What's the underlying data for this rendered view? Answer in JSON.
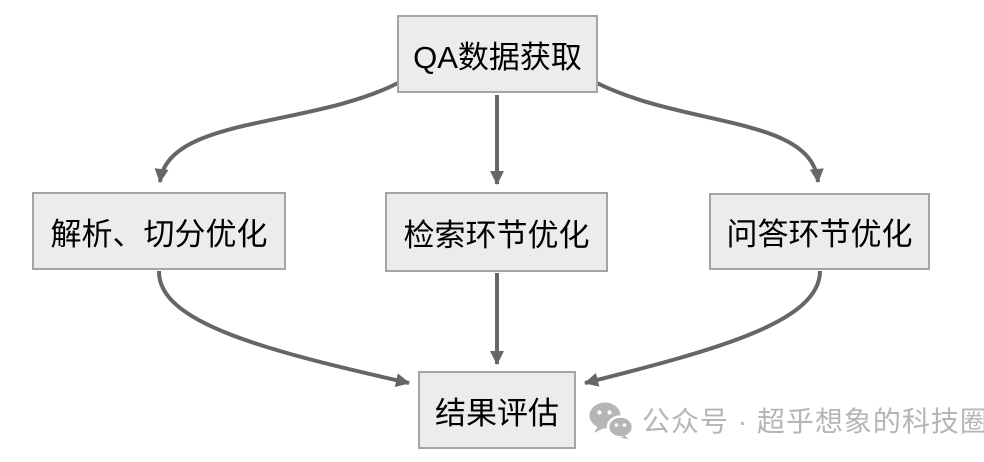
{
  "diagram": {
    "nodes": {
      "top": {
        "id": "qa-data-acquisition",
        "label": "QA数据获取"
      },
      "left": {
        "id": "parse-split-optimize",
        "label": "解析、切分优化"
      },
      "middle": {
        "id": "retrieval-optimize",
        "label": "检索环节优化"
      },
      "right": {
        "id": "qa-step-optimize",
        "label": "问答环节优化"
      },
      "bottom": {
        "id": "result-evaluation",
        "label": "结果评估"
      }
    },
    "edges": [
      {
        "from": "qa-data-acquisition",
        "to": "parse-split-optimize"
      },
      {
        "from": "qa-data-acquisition",
        "to": "retrieval-optimize"
      },
      {
        "from": "qa-data-acquisition",
        "to": "qa-step-optimize"
      },
      {
        "from": "parse-split-optimize",
        "to": "result-evaluation"
      },
      {
        "from": "retrieval-optimize",
        "to": "result-evaluation"
      },
      {
        "from": "qa-step-optimize",
        "to": "result-evaluation"
      }
    ],
    "colors": {
      "background": "#ffffff",
      "node_fill": "#ececec",
      "node_border": "#a5a5a5",
      "node_text": "#000000",
      "arrow": "#666666",
      "watermark": "#b5b5b5"
    }
  },
  "watermark": {
    "icon": "wechat-icon",
    "text": "公众号 · 超乎想象的科技圈"
  }
}
